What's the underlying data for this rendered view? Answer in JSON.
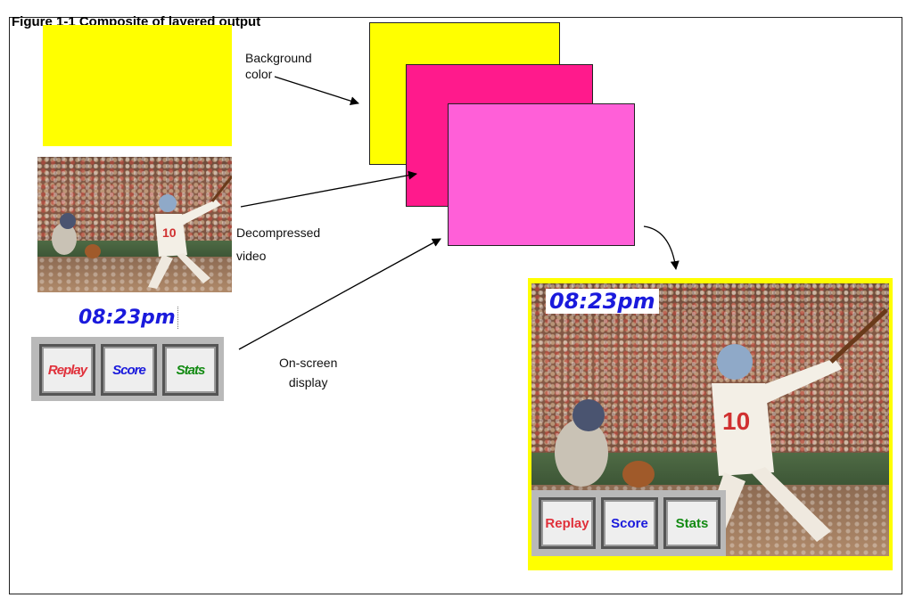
{
  "header": {
    "title": "Figure 1-1 Composite of layered output"
  },
  "labels": {
    "background_color": [
      "Background",
      "color"
    ],
    "decompressed_video": [
      "Decompressed",
      "video"
    ],
    "on_screen_display": [
      "On-screen",
      "display"
    ]
  },
  "osd": {
    "clock": "08:23pm",
    "buttons": [
      {
        "label": "Replay",
        "color": "#e0303a"
      },
      {
        "label": "Score",
        "color": "#1a1adc"
      },
      {
        "label": "Stats",
        "color": "#128a12"
      }
    ]
  },
  "colors": {
    "background_layer": "#ffff00",
    "video_layer": "#ff1a8c",
    "osd_layer": "#ff5fd8",
    "composite_border": "#ffff00"
  }
}
